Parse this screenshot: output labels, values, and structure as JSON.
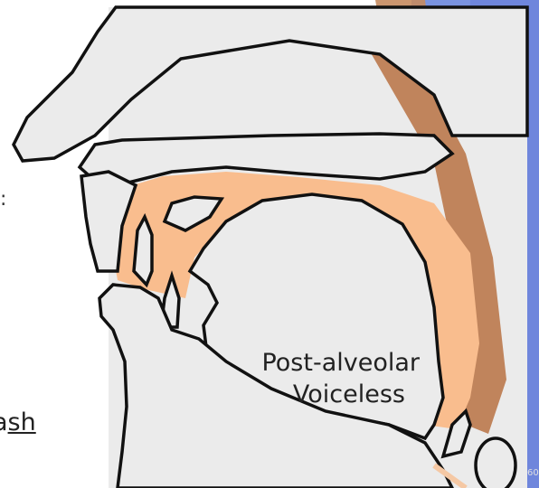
{
  "diagram": {
    "label_line1": "Post-alveolar",
    "label_line2": "Voiceless",
    "word_fragment_prefix": "a",
    "word_fragment_underlined": "sh",
    "slide_number": "60"
  },
  "colors": {
    "tissue_fill": "#ebebeb",
    "outline": "#111111",
    "airway": "#f9bd8e",
    "pharynx_wall": "#c48660",
    "background_blue": "#6f8ce0"
  }
}
